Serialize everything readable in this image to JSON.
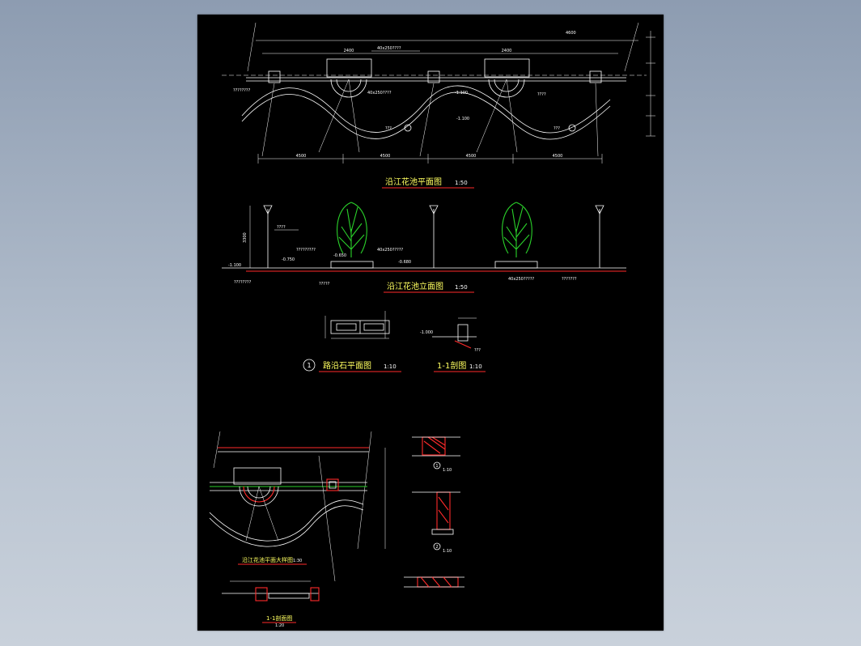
{
  "drawing": {
    "plan_title": "沿江花池平面图",
    "plan_scale": "1:50",
    "elevation_title": "沿江花池立面图",
    "elevation_scale": "1:50",
    "curb_title": "路沿石平面图",
    "curb_scale": "1:10",
    "curb_marker": "1",
    "section_title": "1-1剖图",
    "section_scale": "1:10",
    "detail_plan_title": "沿江花池平面大样图",
    "detail_plan_scale": "1:30",
    "detail_section_title": "1-1剖面图",
    "detail_section_scale": "1:20",
    "detail1_marker": "1",
    "detail1_scale": "1:10",
    "detail2_marker": "2",
    "detail2_scale": "1:10"
  },
  "plan_labels": {
    "dim_4500_a": "4500",
    "dim_4500_b": "4500",
    "dim_4500_c": "4500",
    "dim_4500_d": "4500",
    "dim_2400_a": "2400",
    "dim_2400_b": "2400",
    "dim_4600": "4600",
    "note_a": "40x250????",
    "note_b": "40x250????",
    "note_c": "??????",
    "note_d": "????????",
    "note_e": "??? ",
    "note_f": "??? ",
    "note_g": "????",
    "level_a": "-1.100",
    "level_b": "-1.100"
  },
  "elevation_labels": {
    "note_a": "????",
    "note_b": "?????????",
    "note_c": "40x250?????",
    "note_d": "?????",
    "note_e": "????????",
    "note_f": "40x250?????",
    "note_g": "???????",
    "level_a": "-1.100",
    "level_b": "-0.750",
    "level_c": "-0.650",
    "level_d": "-0.680",
    "dim_height": "3300"
  },
  "section_labels": {
    "level": "-1.000",
    "note": "???"
  }
}
